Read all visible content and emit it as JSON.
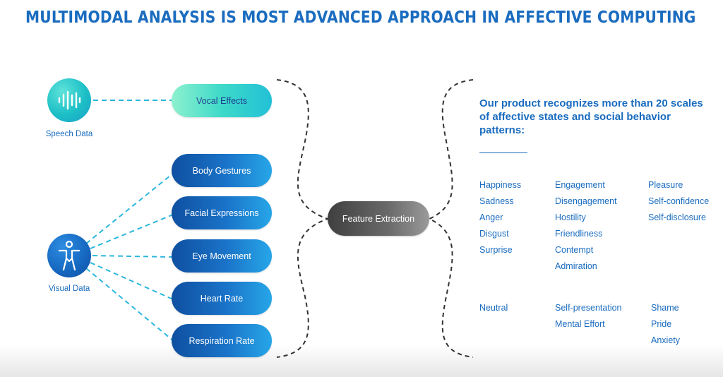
{
  "title": "MULTIMODAL ANALYSIS IS MOST ADVANCED APPROACH IN AFFECTIVE COMPUTING",
  "sources": {
    "speech": {
      "label": "Speech Data",
      "icon": "sound-wave-icon"
    },
    "visual": {
      "label": "Visual Data",
      "icon": "human-figure-icon"
    }
  },
  "features": {
    "vocal": "Vocal Effects",
    "visual": [
      "Body Gestures",
      "Facial Expressions",
      "Eye Movement",
      "Heart Rate",
      "Respiration Rate"
    ]
  },
  "center": "Feature Extraction",
  "intro": "Our product recognizes more than 20 scales of affective states and social behavior patterns:",
  "states": {
    "group1": {
      "col1": [
        "Happiness",
        "Sadness",
        "Anger",
        "Disgust",
        "Surprise"
      ],
      "col2": [
        "Engagement",
        "Disengagement",
        "Hostility",
        "Friendliness",
        "Contempt",
        "Admiration"
      ],
      "col3": [
        "Pleasure",
        "Self-confidence",
        "Self-disclosure"
      ]
    },
    "group2": {
      "col1": [
        "Neutral"
      ],
      "col2": [
        "Self-presentation",
        "Mental Effort"
      ],
      "col3": [
        "Shame",
        "Pride",
        "Anxiety"
      ]
    }
  },
  "colors": {
    "primary": "#1a6cbf",
    "teal": "#22c1d6",
    "dash": "#2bb7dd"
  }
}
